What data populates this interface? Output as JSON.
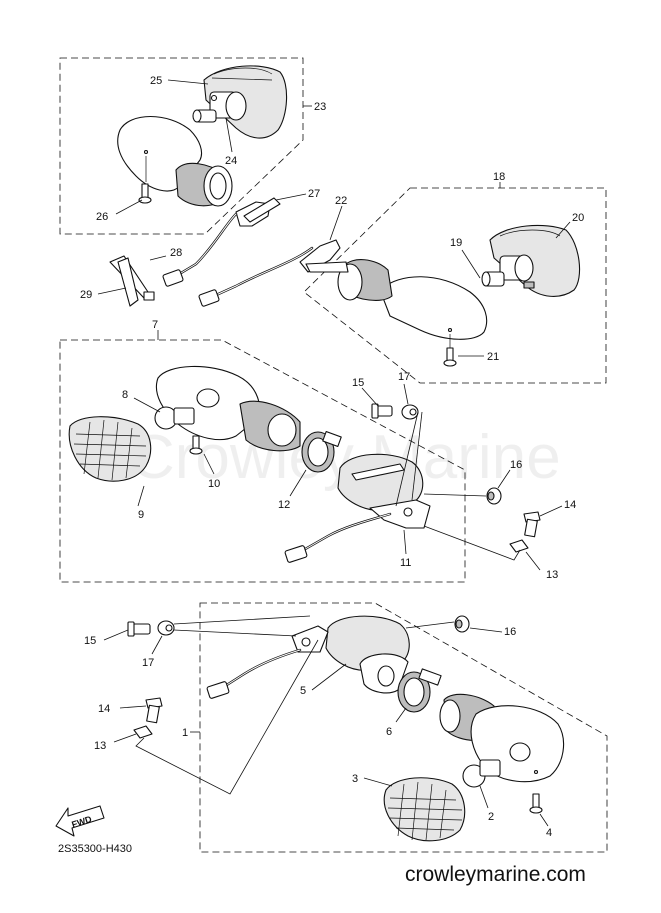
{
  "watermark": "Crowley Marine",
  "diagram_code": "2S35300-H430",
  "website": "crowleymarine.com",
  "fwd_label": "FWD",
  "callouts": {
    "c1": "1",
    "c2": "2",
    "c3": "3",
    "c4": "4",
    "c5": "5",
    "c6": "6",
    "c7": "7",
    "c8": "8",
    "c9": "9",
    "c10": "10",
    "c11": "11",
    "c12": "12",
    "c13a": "13",
    "c13b": "13",
    "c14a": "14",
    "c14b": "14",
    "c15a": "15",
    "c15b": "15",
    "c16a": "16",
    "c16b": "16",
    "c17a": "17",
    "c17b": "17",
    "c18": "18",
    "c19": "19",
    "c20": "20",
    "c21": "21",
    "c22": "22",
    "c23": "23",
    "c24": "24",
    "c25": "25",
    "c26": "26",
    "c27": "27",
    "c28": "28",
    "c29": "29"
  }
}
